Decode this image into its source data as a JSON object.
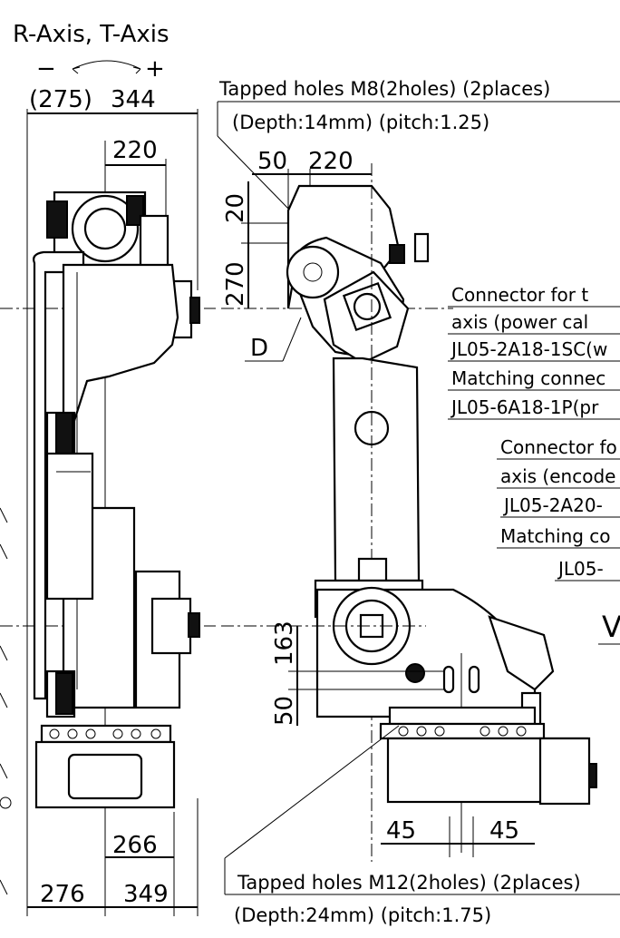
{
  "title": {
    "axes": "R-Axis, T-Axis",
    "minus": "−",
    "plus": "+"
  },
  "left_view": {
    "dim_top_left": "(275)",
    "dim_top_right": "344",
    "dim_top_inner": "220",
    "dim_bottom_inner": "266",
    "dim_bottom_left": "276",
    "dim_bottom_right": "349"
  },
  "right_view": {
    "tapped_top_line1": "Tapped holes M8(2holes) (2places)",
    "tapped_top_line2": "(Depth:14mm) (pitch:1.25)",
    "dim_50_top": "50",
    "dim_220_top": "220",
    "dim_20": "20",
    "dim_270": "270",
    "detail_label": "D",
    "dim_163": "163",
    "dim_50_side": "50",
    "dim_45_left": "45",
    "dim_45_right": "45",
    "tapped_bottom_line1": "Tapped holes M12(2holes) (2places)",
    "tapped_bottom_line2": "(Depth:24mm) (pitch:1.75)"
  },
  "connectors": {
    "c1_line1": "Connector for t",
    "c1_line2": "axis (power cal",
    "c1_line3": "JL05-2A18-1SC(w",
    "c1_line4": "Matching connec",
    "c1_line5": "JL05-6A18-1P(pr",
    "c2_line1": "Connector fo",
    "c2_line2": "axis (encode",
    "c2_line3": "JL05-2A20-",
    "c2_line4": "Matching co",
    "c2_line5": "JL05-",
    "view_letter": "V"
  }
}
